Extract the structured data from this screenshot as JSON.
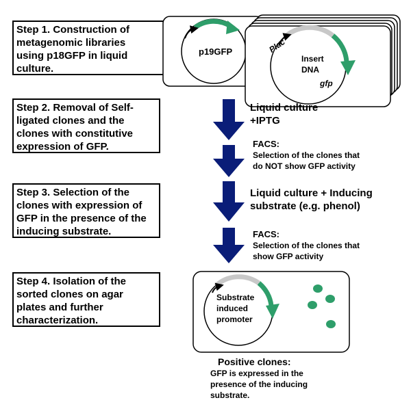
{
  "steps": [
    {
      "text": "Step 1. Construction of\nmetagenomic libraries\nusing p18GFP in liquid\nculture."
    },
    {
      "text": "Step 2. Removal of Self-\nligated clones and the\nclones with constitutive\nexpression of GFP."
    },
    {
      "text": "Step 3. Selection of the\nclones with expression of\nGFP in the presence of the\ninducing substrate."
    },
    {
      "text": "Step 4. Isolation of the\nsorted clones on agar\nplates and further\ncharacterization."
    }
  ],
  "plasmids": {
    "p19": "p19GFP",
    "plac": "Plac",
    "insert": "Insert\nDNA",
    "gfp": "gfp",
    "substrate": "Substrate\ninduced\npromoter"
  },
  "process": {
    "liquid1": "Liquid culture\n+IPTG",
    "facs1_title": "FACS:",
    "facs1_desc": "Selection of the clones that\ndo NOT show GFP activity",
    "liquid2": "Liquid culture + Inducing\nsubstrate (e.g. phenol)",
    "facs2_title": "FACS:",
    "facs2_desc": "Selection of the clones that\nshow GFP activity"
  },
  "result": {
    "title": "Positive clones:",
    "desc": "GFP is expressed in the\npresence of the inducing\nsubstrate."
  },
  "colors": {
    "arrow": "#0a1d78",
    "gfp_green": "#2e9e6a",
    "insert_gray": "#c8c8c8"
  }
}
